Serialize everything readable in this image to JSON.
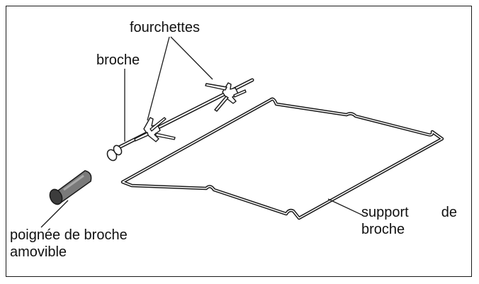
{
  "labels": {
    "fourchettes": "fourchettes",
    "broche": "broche",
    "support_line1_a": "support",
    "support_line1_b": "de",
    "support_line2": "broche",
    "poignee_line1": "poignée de broche",
    "poignee_line2": "amovible"
  },
  "colors": {
    "ink": "#1a1a1a",
    "handle_fill": "#7a7a7a",
    "handle_dark": "#3c3c3c",
    "background": "#ffffff"
  }
}
